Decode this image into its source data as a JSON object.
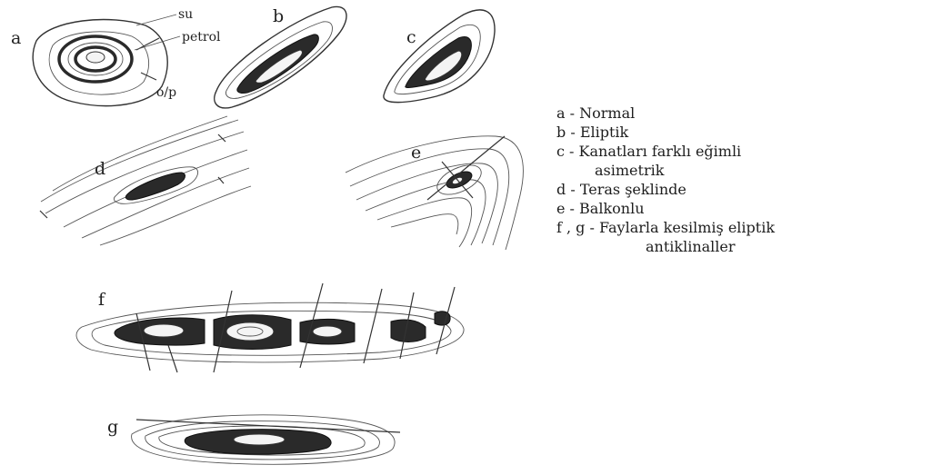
{
  "figure": {
    "panels": [
      {
        "id": "a",
        "letter": "a"
      },
      {
        "id": "b",
        "letter": "b"
      },
      {
        "id": "c",
        "letter": "c"
      },
      {
        "id": "d",
        "letter": "d"
      },
      {
        "id": "e",
        "letter": "e"
      },
      {
        "id": "f",
        "letter": "f"
      },
      {
        "id": "g",
        "letter": "g"
      }
    ],
    "annotations": {
      "water": "su",
      "oil": "petrol",
      "contact": "o/p"
    }
  },
  "legend": {
    "items": [
      {
        "line1": "a - Normal"
      },
      {
        "line1": "b - Eliptik"
      },
      {
        "line1": "c - Kanatları farklı eğimli",
        "line2": "asimetrik"
      },
      {
        "line1": "d - Teras şeklinde"
      },
      {
        "line1": "e - Balkonlu"
      },
      {
        "line1": "f , g - Faylarla kesilmiş eliptik",
        "line2": "antiklinaller"
      }
    ]
  }
}
